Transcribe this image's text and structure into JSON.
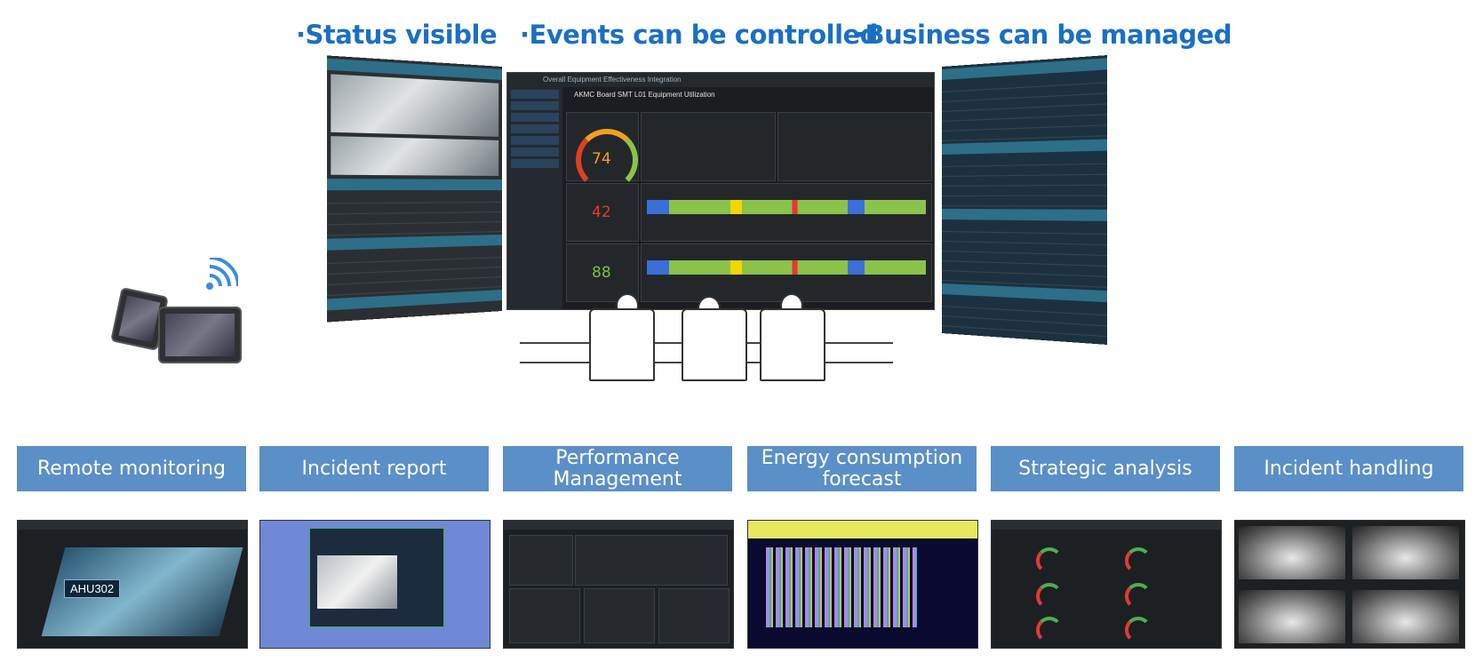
{
  "headlines": [
    "·Status visible",
    "·Events can be controlled",
    "·Business can be managed"
  ],
  "dashboard": {
    "window_title": "Overall Equipment Effectiveness Integration",
    "subtitle": "AKMC Board SMT L01 Equipment Utilization",
    "gauge_value": "74",
    "mounter1_value": "42",
    "mounter2_value": "88"
  },
  "screen_thumbnails": {
    "remote_monitoring_label": "AHU302"
  },
  "features": [
    {
      "label": "Remote monitoring"
    },
    {
      "label": "Incident report"
    },
    {
      "label": "Performance Management"
    },
    {
      "label": "Energy consumption forecast"
    },
    {
      "label": "Strategic analysis"
    },
    {
      "label": "Incident handling"
    }
  ],
  "colors": {
    "headline": "#1a6fc4",
    "caption_bg": "#5b8fc7"
  }
}
